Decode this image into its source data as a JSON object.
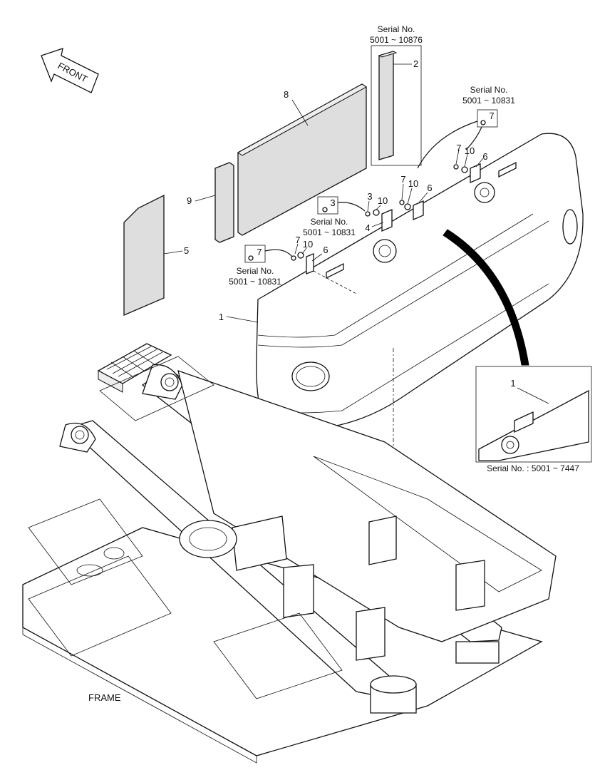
{
  "front_arrow_label": "FRONT",
  "frame_label": "FRAME",
  "part_numbers": {
    "p1": "1",
    "p2": "2",
    "p3": "3",
    "p4": "4",
    "p5": "5",
    "p6a": "6",
    "p6b": "6",
    "p6c": "6",
    "p7a": "7",
    "p7b": "7",
    "p8": "8",
    "p9": "9",
    "p10a": "10",
    "p10b": "10",
    "p10c": "10",
    "p3b": "3",
    "p1_detail": "1"
  },
  "callouts": {
    "c3": "3",
    "c7_left": "7",
    "c7_right": "7"
  },
  "serials": {
    "s2_title": "Serial No.",
    "s2_range": "5001 ~ 10876",
    "s7r_title": "Serial No.",
    "s7r_range": "5001 ~ 10831",
    "s3_title": "Serial No.",
    "s3_range": "5001 ~ 10831",
    "s7l_title": "Serial No.",
    "s7l_range": "5001 ~ 10831",
    "detail": "Serial No. : 5001 ~ 7447"
  }
}
